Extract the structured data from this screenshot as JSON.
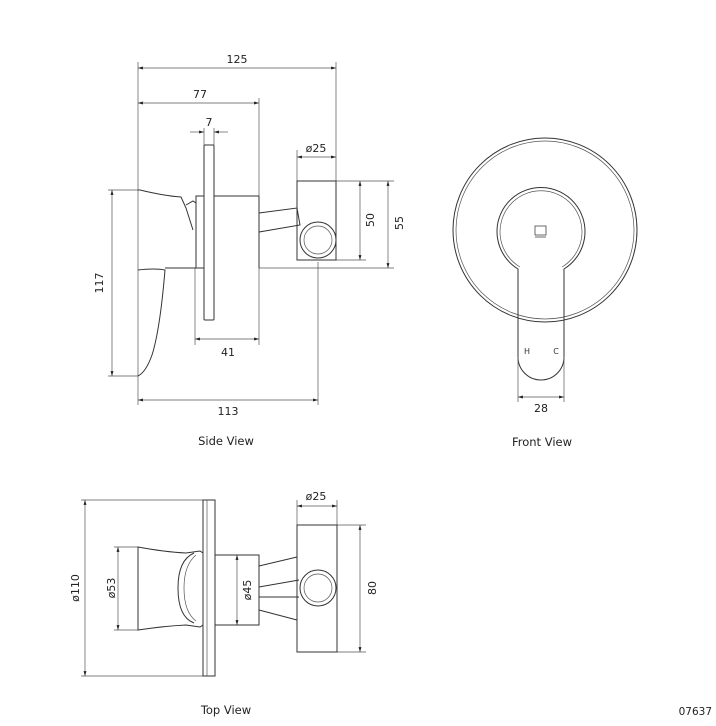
{
  "drawing_code": "07637",
  "views": {
    "side": {
      "caption": "Side View",
      "dims": {
        "overall_depth": "125",
        "depth_77": "77",
        "plate_thickness": "7",
        "outlet_dia": "ø25",
        "height_50": "50",
        "height_55": "55",
        "height_117": "117",
        "body_41": "41",
        "depth_113": "113"
      }
    },
    "front": {
      "caption": "Front View",
      "dims": {
        "lever_width": "28"
      },
      "lever_marks": {
        "hot": "H",
        "cold": "C"
      }
    },
    "top": {
      "caption": "Top View",
      "dims": {
        "plate_dia": "ø110",
        "handle_dia": "ø53",
        "body_dia": "ø45",
        "outlet_dia": "ø25",
        "width_80": "80"
      }
    }
  }
}
